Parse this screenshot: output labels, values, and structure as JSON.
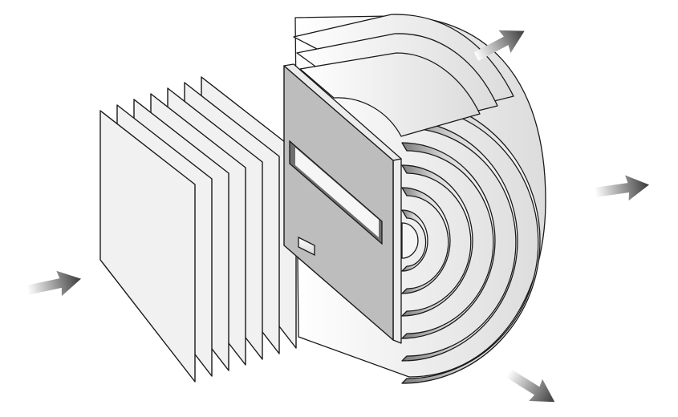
{
  "figure": {
    "kind": "exploded view of a layered pole-piece / laminated core assembly",
    "background_color": "#ffffff",
    "colors": {
      "plate_fill": "#f1f1f1",
      "outline": "#1a1a1a",
      "frame_fill": "#bdbdbd",
      "slot_fill": "#6f6f6f",
      "arrow_dark": "#3a3a3a",
      "arrow_light": "#ffffff"
    },
    "flat_stack": {
      "plate_count": 7
    },
    "cylinder_stack": {
      "sheet_count": 6
    },
    "arrows": [
      {
        "name": "inflow",
        "direction": "right"
      },
      {
        "name": "outflow-upper",
        "direction": "up-right"
      },
      {
        "name": "outflow-right",
        "direction": "right"
      },
      {
        "name": "outflow-lower",
        "direction": "down-right"
      }
    ]
  }
}
